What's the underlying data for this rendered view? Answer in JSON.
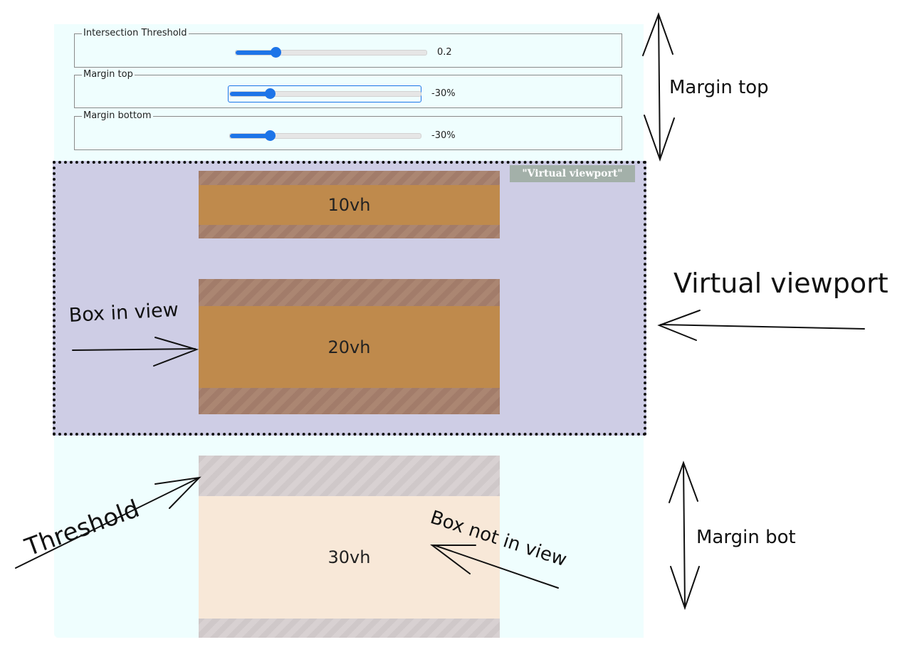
{
  "controls": {
    "threshold": {
      "label": "Intersection Threshold",
      "value_text": "0.2",
      "value": 0.2
    },
    "margin_top": {
      "label": "Margin top",
      "value_text": "-30%",
      "value": -30
    },
    "margin_bottom": {
      "label": "Margin bottom",
      "value_text": "-30%",
      "value": -30
    }
  },
  "viewport_label": "\"Virtual viewport\"",
  "boxes": [
    {
      "label": "10vh",
      "state": "in-view"
    },
    {
      "label": "20vh",
      "state": "in-view"
    },
    {
      "label": "30vh",
      "state": "not-in-view"
    }
  ],
  "annotations": {
    "margin_top": "Margin top",
    "virtual_viewport": "Virtual viewport",
    "box_in_view": "Box in view",
    "threshold": "Threshold",
    "box_not_in_view": "Box not in view",
    "margin_bot": "Margin bot"
  },
  "colors": {
    "accent": "#1d74e8",
    "page_bg": "#effefe",
    "viewport_bg": "#cecde5",
    "box_in_view": "#bf8a4c",
    "box_not_in_view": "#f8e8d8",
    "label_bg": "#a3b0a9"
  }
}
